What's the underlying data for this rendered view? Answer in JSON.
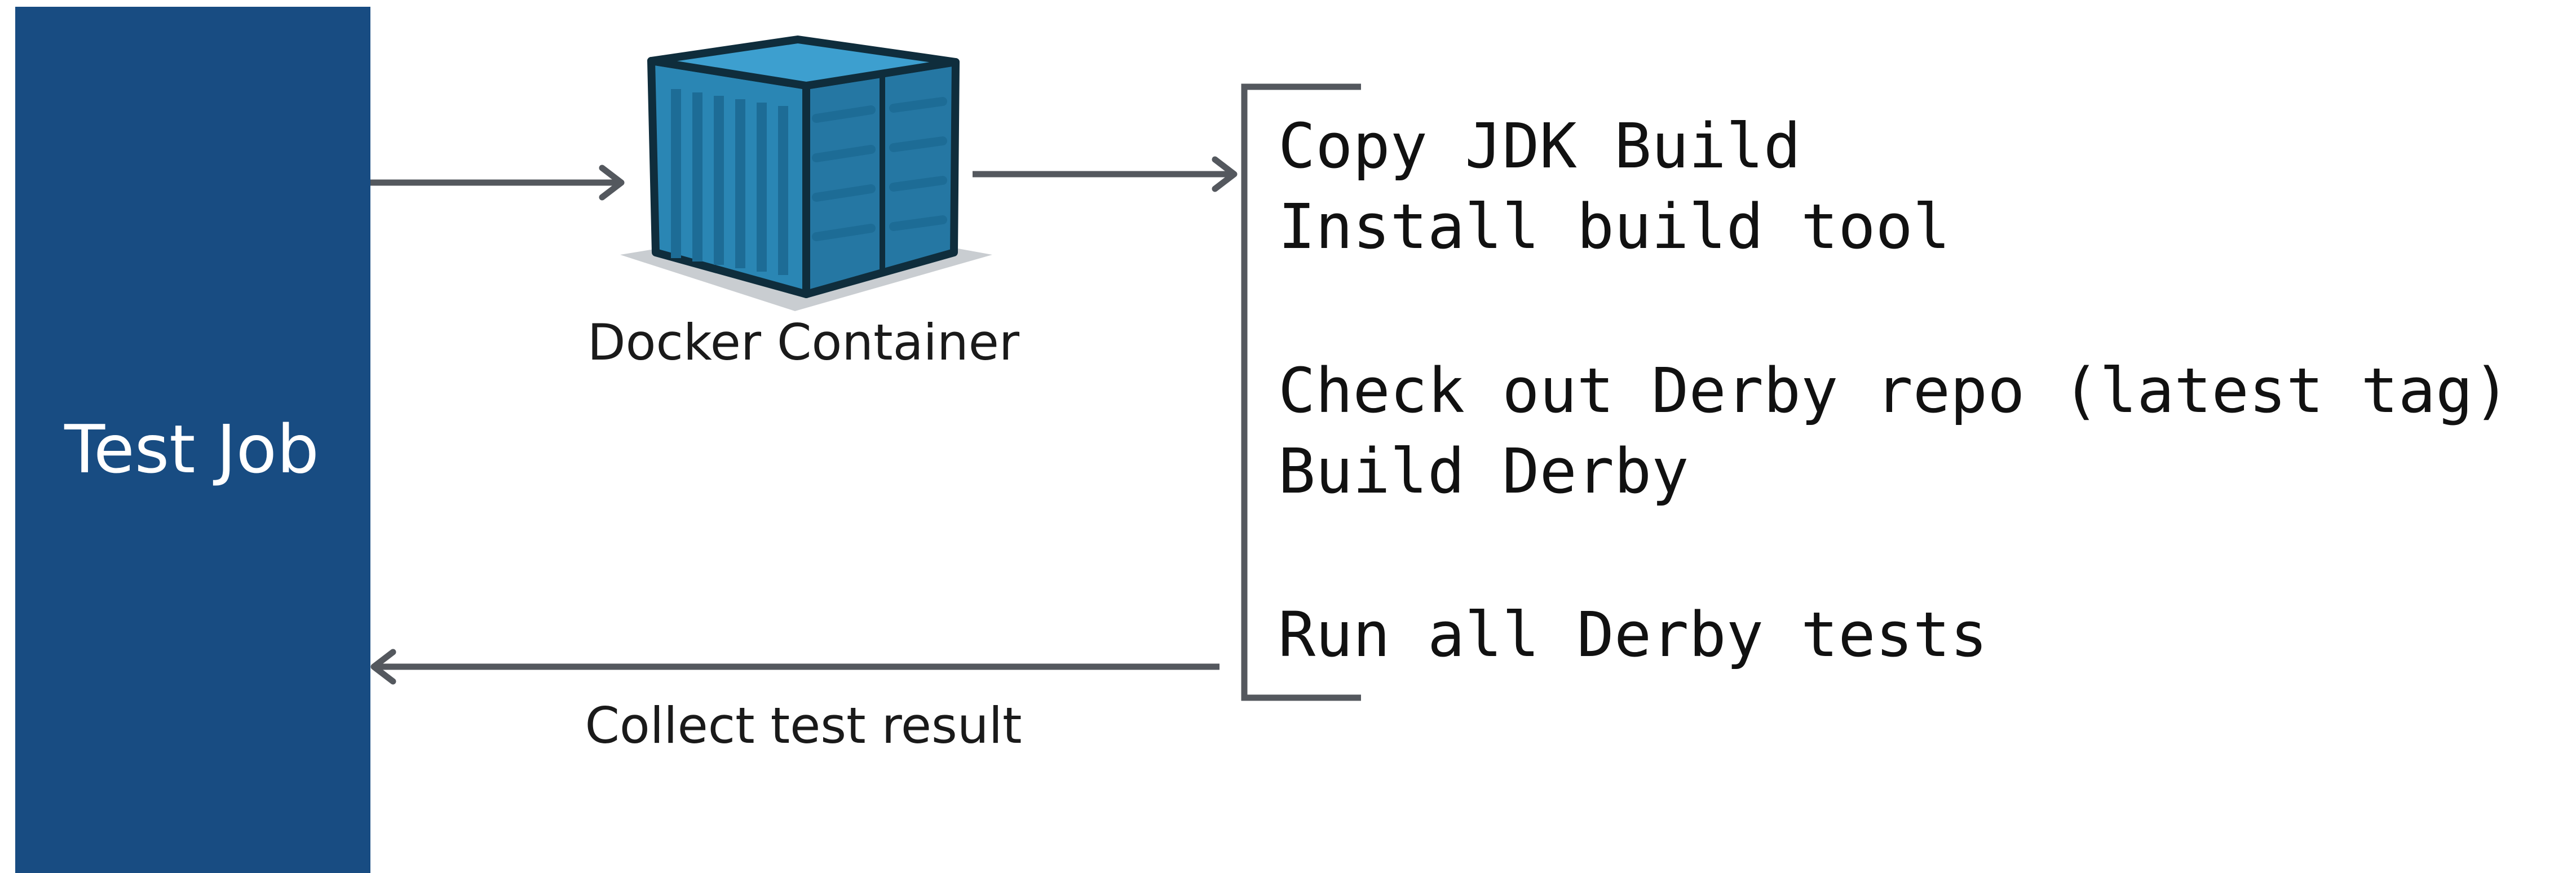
{
  "colors": {
    "job_bar": "#184c82",
    "arrow": "#54585e",
    "container_front": "#2a86b4",
    "container_side": "#2577a3",
    "container_top": "#3d9fcf",
    "container_outline": "#0f2d3c",
    "shadow": "#c9cdd1"
  },
  "test_job": {
    "label": "Test Job"
  },
  "container": {
    "icon": "docker-container-icon",
    "caption": "Docker Container"
  },
  "steps": [
    "Copy JDK Build",
    "Install build tool",
    "Check out Derby repo (latest tag)",
    "Build Derby",
    "Run all Derby tests"
  ],
  "return_caption": "Collect test result"
}
